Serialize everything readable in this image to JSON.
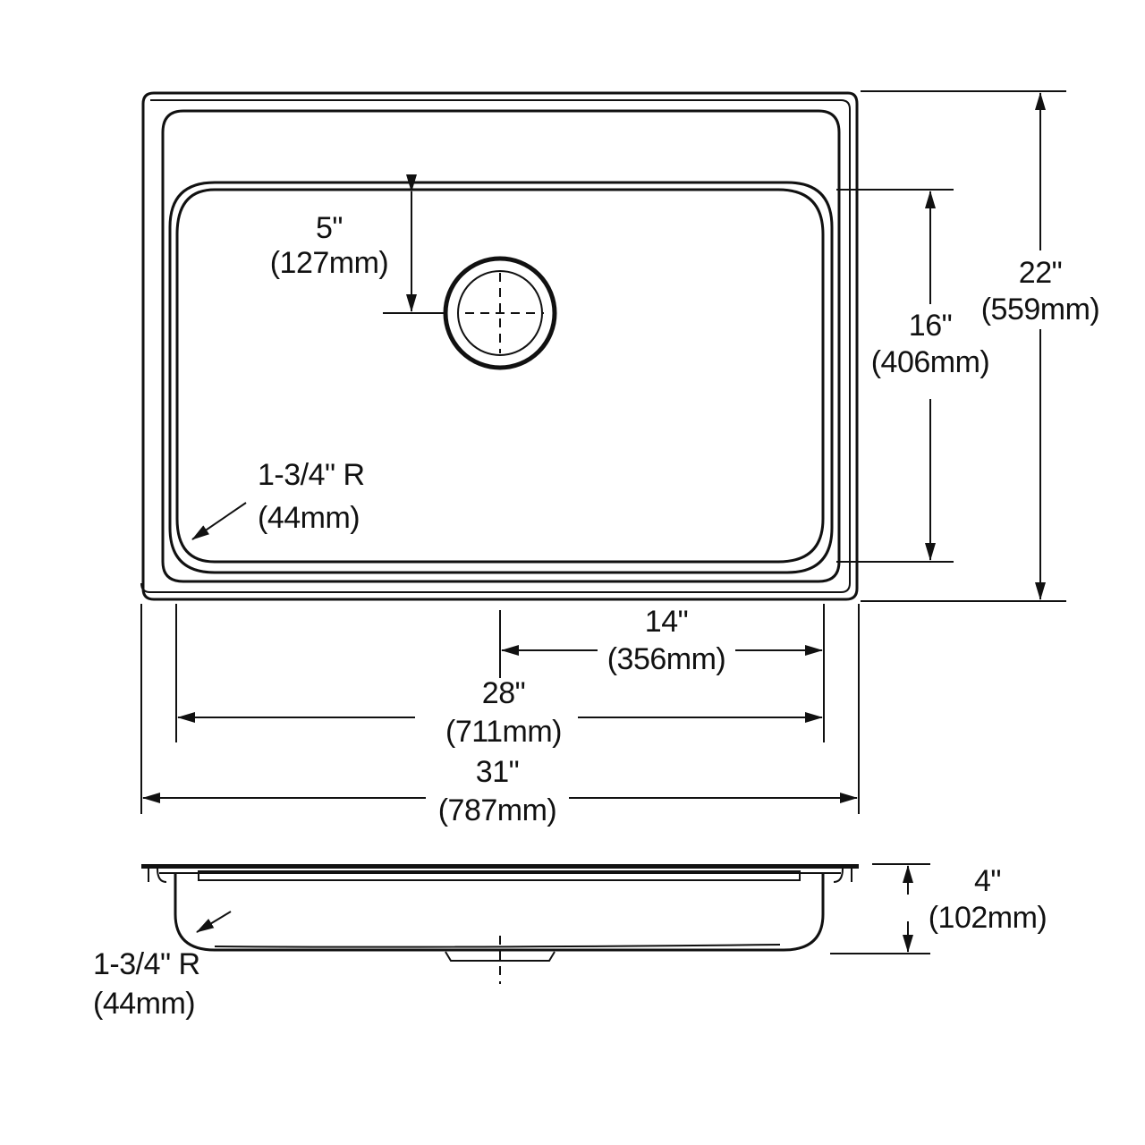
{
  "dimensions": {
    "drain_offset": {
      "imperial": "5\"",
      "metric": "(127mm)"
    },
    "bowl_length": {
      "imperial": "16\"",
      "metric": "(406mm)"
    },
    "overall_length": {
      "imperial": "22\"",
      "metric": "(559mm)"
    },
    "corner_radius_top": {
      "imperial": "1-3/4\" R",
      "metric": "(44mm)"
    },
    "drain_center": {
      "imperial": "14\"",
      "metric": "(356mm)"
    },
    "bowl_width": {
      "imperial": "28\"",
      "metric": "(711mm)"
    },
    "overall_width": {
      "imperial": "31\"",
      "metric": "(787mm)"
    },
    "bowl_depth": {
      "imperial": "4\"",
      "metric": "(102mm)"
    },
    "corner_radius_side": {
      "imperial": "1-3/4\" R",
      "metric": "(44mm)"
    }
  },
  "colors": {
    "line": "#111111",
    "background": "#ffffff"
  }
}
